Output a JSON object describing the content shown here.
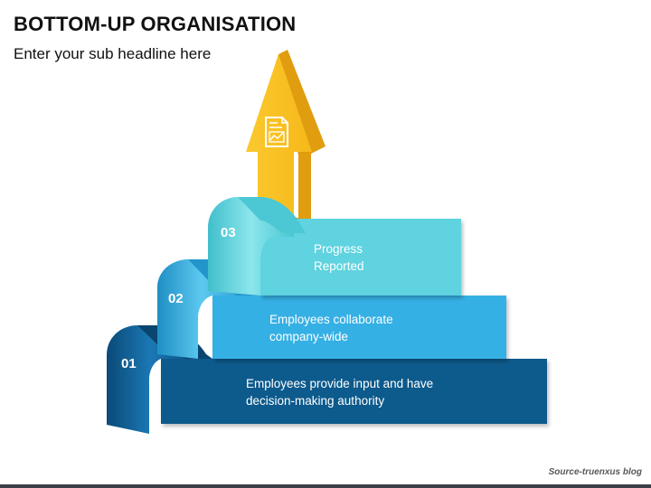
{
  "title": "BOTTOM-UP ORGANISATION",
  "subtitle": "Enter your sub headline here",
  "steps": [
    {
      "number": "01",
      "line1": "Employees provide input and have",
      "line2": "decision-making authority"
    },
    {
      "number": "02",
      "line1": "Employees collaborate",
      "line2": "company-wide"
    },
    {
      "number": "03",
      "line1": "Progress",
      "line2": "Reported"
    }
  ],
  "arrow_icon": "report-chart-icon",
  "source": "Source-truenxus blog",
  "colors": {
    "step1": "#0d5a8c",
    "step2": "#35b0e4",
    "step3": "#5fd3df",
    "arrow": "#f8c028"
  }
}
